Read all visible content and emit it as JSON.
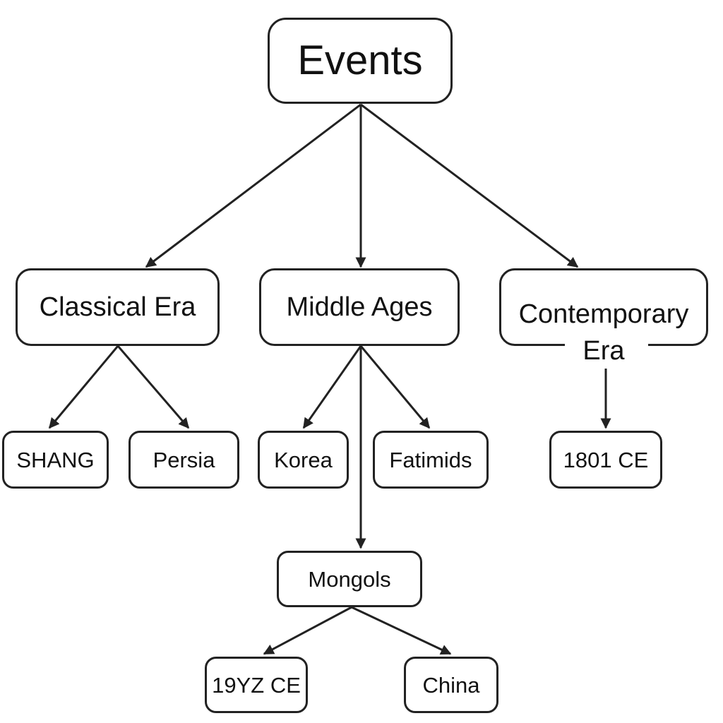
{
  "diagram": {
    "type": "tree",
    "line_color": "#222222",
    "nodes": {
      "events": "Events",
      "classical_era": "Classical Era",
      "middle_ages": "Middle Ages",
      "contemporary_era": "Contemporary Era",
      "shang": "SHANG",
      "persia": "Persia",
      "korea": "Korea",
      "fatimids": "Fatimids",
      "ce_1801": "1801 CE",
      "mongols": "Mongols",
      "ce_19yz": "19YZ CE",
      "china": "China"
    },
    "edges": [
      {
        "from": "Events",
        "to": "Classical Era"
      },
      {
        "from": "Events",
        "to": "Middle Ages"
      },
      {
        "from": "Events",
        "to": "Contemporary Era"
      },
      {
        "from": "Classical Era",
        "to": "SHANG"
      },
      {
        "from": "Classical Era",
        "to": "Persia"
      },
      {
        "from": "Middle Ages",
        "to": "Korea"
      },
      {
        "from": "Middle Ages",
        "to": "Fatimids"
      },
      {
        "from": "Middle Ages",
        "to": "Mongols"
      },
      {
        "from": "Contemporary Era",
        "to": "1801 CE"
      },
      {
        "from": "Mongols",
        "to": "19YZ CE"
      },
      {
        "from": "Mongols",
        "to": "China"
      }
    ]
  }
}
